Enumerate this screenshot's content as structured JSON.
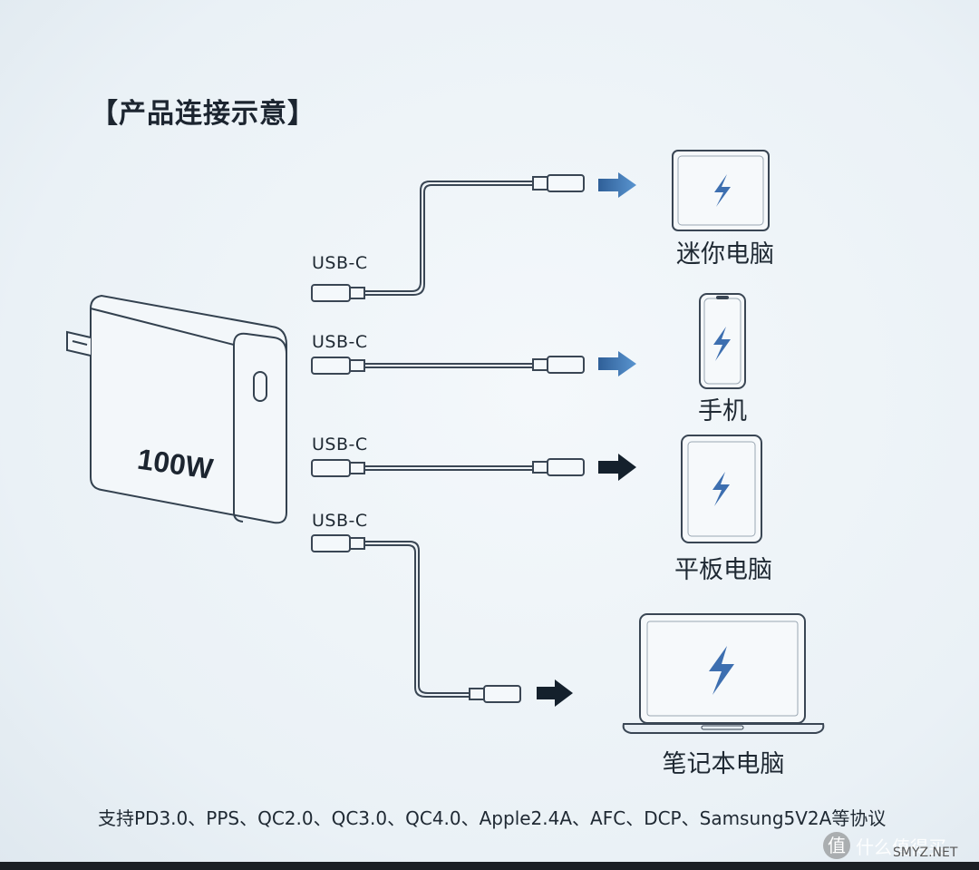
{
  "title": "【产品连接示意】",
  "charger": {
    "label": "100W"
  },
  "ports": [
    "USB-C",
    "USB-C",
    "USB-C",
    "USB-C"
  ],
  "devices": [
    "迷你电脑",
    "手机",
    "平板电脑",
    "笔记本电脑"
  ],
  "footer": "支持PD3.0、PPS、QC2.0、QC3.0、QC4.0、Apple2.4A、AFC、DCP、Samsung5V2A等协议",
  "watermark": {
    "icon": "值",
    "text": "什么值得买",
    "site": "SMYZ.NET"
  },
  "colors": {
    "background": "#f1f6fa",
    "line": "#33414f",
    "bolt": "#3d6fb0",
    "arrow_blue": "#3e78b8",
    "arrow_dark": "#14202c"
  }
}
